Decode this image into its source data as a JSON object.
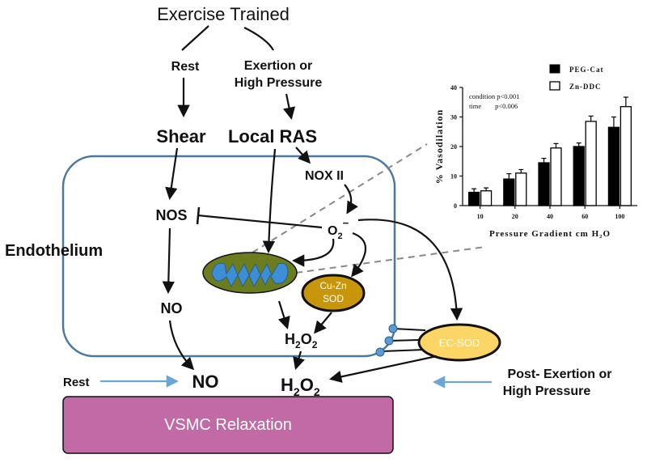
{
  "diagram": {
    "top_title": "Exercise Trained",
    "branch_rest": "Rest",
    "branch_exertion_line1": "Exertion or",
    "branch_exertion_line2": "High Pressure",
    "shear": "Shear",
    "local_ras": "Local RAS",
    "nox": "NOX II",
    "nos": "NOS",
    "superoxide": "O",
    "superoxide_sub": "2",
    "superoxide_sup": "−",
    "endothelium": "Endothelium",
    "cuzn_sod_line1": "Cu-Zn",
    "cuzn_sod_line2": "SOD",
    "no_inner": "NO",
    "h2o2_inner_a": "H",
    "h2o2_inner_b": "2",
    "h2o2_inner_c": "O",
    "h2o2_inner_d": "2",
    "ec_sod": "EC-SOD",
    "rest_bottom": "Rest",
    "no_bottom": "NO",
    "h2o2_bottom_a": "H",
    "h2o2_bottom_b": "2",
    "h2o2_bottom_c": "O",
    "h2o2_bottom_d": "2",
    "post_exertion_line1": "Post- Exertion or",
    "post_exertion_line2": "High Pressure",
    "vsmc": "VSMC Relaxation"
  },
  "colors": {
    "cell_outline": "#4a78a0",
    "mito_outer": "#6b7d1e",
    "mito_inner": "#3c8fd6",
    "sod_fill": "#c8960a",
    "ec_sod_fill": "#fbd565",
    "vsmc_fill": "#c26aa6",
    "blue_arrow": "#6aa6d6",
    "dashed": "#888888"
  },
  "chart_data": {
    "type": "bar",
    "categories": [
      "10",
      "20",
      "40",
      "60",
      "100"
    ],
    "series": [
      {
        "name": "PEG-Cat",
        "values": [
          4.5,
          9,
          14.5,
          20,
          26.5
        ],
        "errors": [
          1.2,
          1.8,
          1.5,
          1.2,
          3.5
        ],
        "color": "#000000"
      },
      {
        "name": "Zn-DDC",
        "values": [
          5,
          11,
          19.5,
          28.5,
          33.5
        ],
        "errors": [
          1,
          1.2,
          1.5,
          1.8,
          3.2
        ],
        "color": "#ffffff"
      }
    ],
    "ylim": [
      0,
      40
    ],
    "yticks": [
      "0",
      "10",
      "20",
      "30",
      "40"
    ],
    "xlabel": "Pressure Gradient cm H₂O",
    "ylabel": "% Vasodilation",
    "annotations": [
      "condition p<0.001",
      "time        p<0.006"
    ],
    "legend_placement": "top-right"
  }
}
